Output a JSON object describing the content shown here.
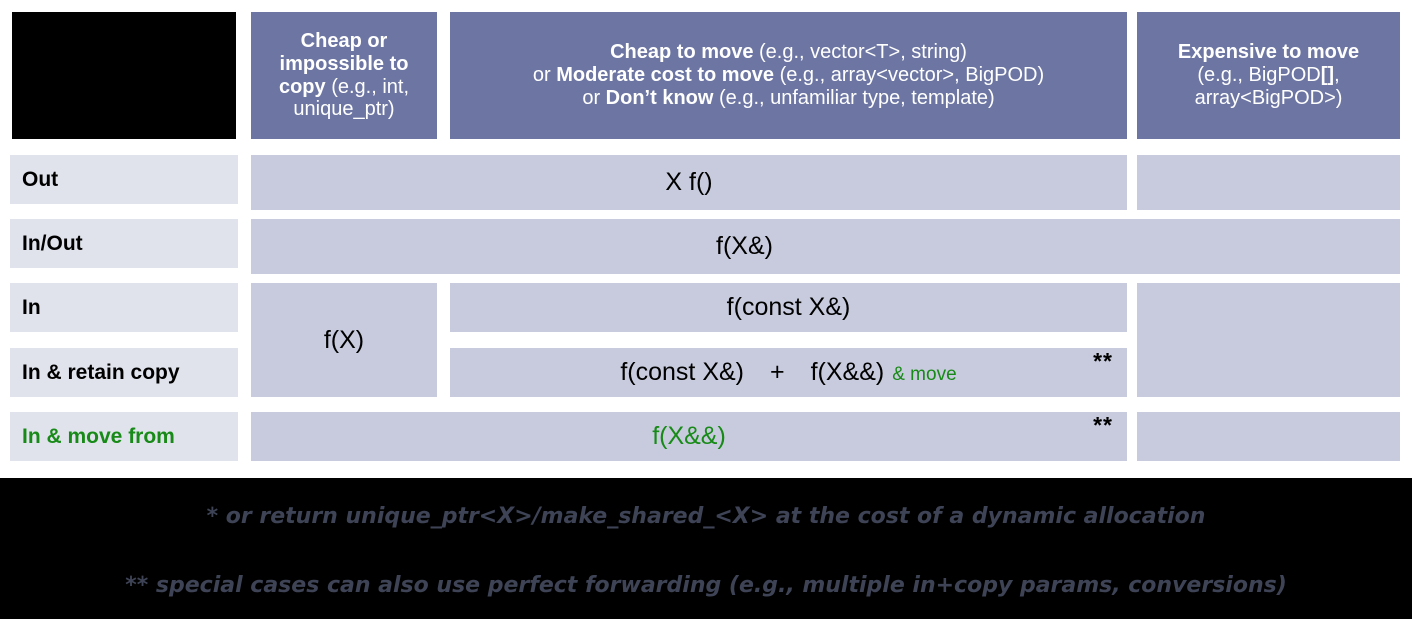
{
  "title": "C++ parameter passing guidance",
  "colors": {
    "header_blue": "#6d76a3",
    "body_gray": "#c7cbdd",
    "rowlabel_gray": "#e0e3ec",
    "green": "#188a18",
    "footer_bg": "#000000",
    "footer_text": "#3e4456"
  },
  "header": {
    "corner_label": "",
    "col1": {
      "strong1": "Cheap or impossible to copy",
      "rest1": " (e.g., int, unique_ptr)"
    },
    "col2": {
      "line1_strong": "Cheap to move",
      "line1_rest": " (e.g., vector<T>, string)",
      "line2_pre": "or ",
      "line2_strong": "Moderate cost to move",
      "line2_rest": " (e.g., array<vector>, BigPOD)",
      "line3_pre": "or ",
      "line3_strong": "Don’t know",
      "line3_rest": " (e.g., unfamiliar type, template)"
    },
    "col3": {
      "strong1": "Expensive to move",
      "rest_line2_a": "(e.g., BigPOD",
      "rest_line2_b": "[]",
      "rest_line2_c": ",",
      "rest_line3": "array<BigPOD>)"
    }
  },
  "rows": [
    {
      "label": "Out",
      "green": false
    },
    {
      "label": "In/Out",
      "green": false
    },
    {
      "label": "In",
      "green": false
    },
    {
      "label": "In & retain copy",
      "green": false
    },
    {
      "label": "In & move from",
      "green": true
    }
  ],
  "cells": {
    "out_all": "X f()",
    "inout_all": "f(X&)",
    "in_cheap": "f(X)",
    "in_mid": "f(const X&)",
    "retain_copy_a": "f(const X&)",
    "retain_copy_plus": "+",
    "retain_copy_b": "f(X&&)",
    "retain_copy_b_small": "& move",
    "retain_copy_stars": "**",
    "move_from": "f(X&&)",
    "move_from_stars": "**"
  },
  "footnotes": {
    "note1": "* or return unique_ptr<X>/make_shared_<X> at the cost of a dynamic allocation",
    "note2": "** special cases can also use perfect forwarding (e.g., multiple in+copy params, conversions)"
  }
}
